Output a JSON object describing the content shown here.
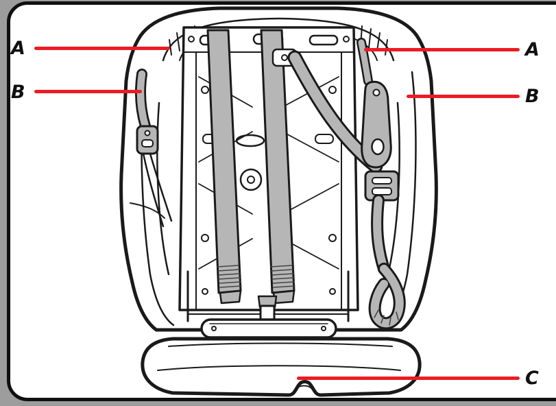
{
  "page": {
    "type": "instruction-manual-diagram",
    "description": "Rear view line drawing of a child car seat showing harness straps, with callout letters connected by red leader lines",
    "colors": {
      "leader_line": "#ec1c24",
      "strap_gray": "#b6b6b6",
      "outline_black": "#1a1a1a",
      "page_edge_gray": "#9d9d9d"
    }
  },
  "callouts": {
    "a_left": "A",
    "a_right": "A",
    "b_left": "B",
    "b_right": "B",
    "c": "C"
  }
}
